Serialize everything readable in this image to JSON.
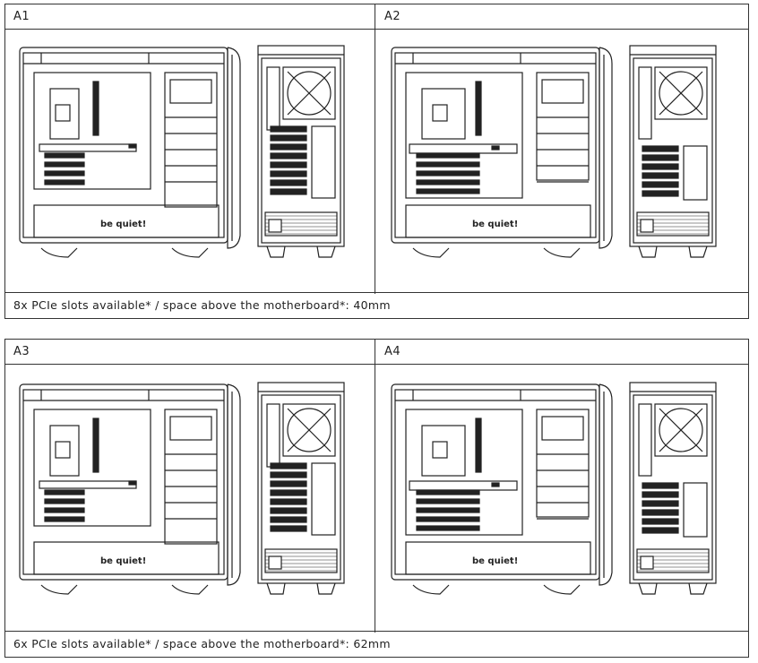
{
  "panels": [
    {
      "label": "A1",
      "mb_short": false
    },
    {
      "label": "A2",
      "mb_short": true
    },
    {
      "label": "A3",
      "mb_short": false
    },
    {
      "label": "A4",
      "mb_short": true
    }
  ],
  "captions": {
    "top": "8x PCIe slots available* / space above the motherboard*: 40mm",
    "bottom": "6x PCIe slots available* / space above the motherboard*: 62mm"
  },
  "brand": "be quiet!"
}
